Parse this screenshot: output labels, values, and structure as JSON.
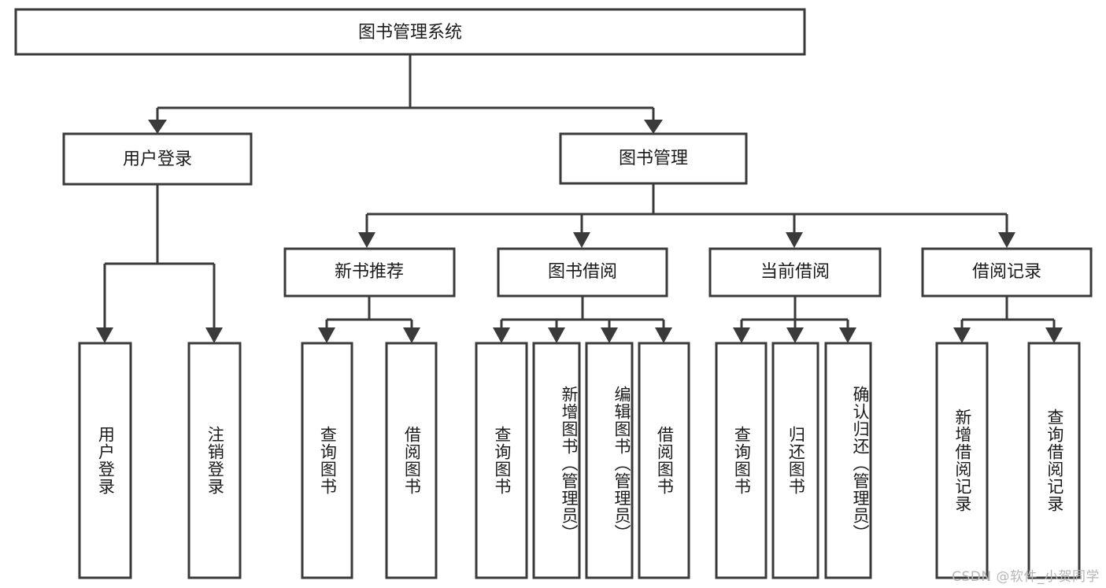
{
  "diagram": {
    "title": "图书管理系统",
    "type": "tree",
    "colors": {
      "stroke": "#3a3a3a",
      "box_fill": "#ffffff",
      "text": "#1b1b1b",
      "background": "#ffffff",
      "watermark": "#b6b6b6"
    },
    "levels": {
      "root": {
        "label": "图书管理系统"
      },
      "level2": [
        {
          "id": "user-login",
          "label": "用户登录"
        },
        {
          "id": "book-management",
          "label": "图书管理"
        }
      ],
      "level3": [
        {
          "id": "new-book-recommend",
          "label": "新书推荐",
          "parent": "book-management"
        },
        {
          "id": "book-borrow",
          "label": "图书借阅",
          "parent": "book-management"
        },
        {
          "id": "current-borrow",
          "label": "当前借阅",
          "parent": "book-management"
        },
        {
          "id": "borrow-record",
          "label": "借阅记录",
          "parent": "book-management"
        }
      ],
      "level4": [
        {
          "id": "leaf-user-login",
          "label": "用户登录",
          "parent": "user-login"
        },
        {
          "id": "leaf-user-logout",
          "label": "注销登录",
          "parent": "user-login"
        },
        {
          "id": "leaf-query-book-1",
          "label": "查询图书",
          "parent": "new-book-recommend"
        },
        {
          "id": "leaf-borrow-book-1",
          "label": "借阅图书",
          "parent": "new-book-recommend"
        },
        {
          "id": "leaf-query-book-2",
          "label": "查询图书",
          "parent": "book-borrow"
        },
        {
          "id": "leaf-add-book",
          "label": "新增图书（管理员）",
          "parent": "book-borrow"
        },
        {
          "id": "leaf-edit-book",
          "label": "编辑图书（管理员）",
          "parent": "book-borrow"
        },
        {
          "id": "leaf-borrow-book-2",
          "label": "借阅图书",
          "parent": "book-borrow"
        },
        {
          "id": "leaf-query-book-3",
          "label": "查询图书",
          "parent": "current-borrow"
        },
        {
          "id": "leaf-return-book",
          "label": "归还图书",
          "parent": "current-borrow"
        },
        {
          "id": "leaf-confirm-return",
          "label": "确认归还（管理员）",
          "parent": "current-borrow"
        },
        {
          "id": "leaf-add-record",
          "label": "新增借阅记录",
          "parent": "borrow-record"
        },
        {
          "id": "leaf-query-record",
          "label": "查询借阅记录",
          "parent": "borrow-record"
        }
      ]
    },
    "watermark": "CSDN @软件_小贺同学"
  }
}
